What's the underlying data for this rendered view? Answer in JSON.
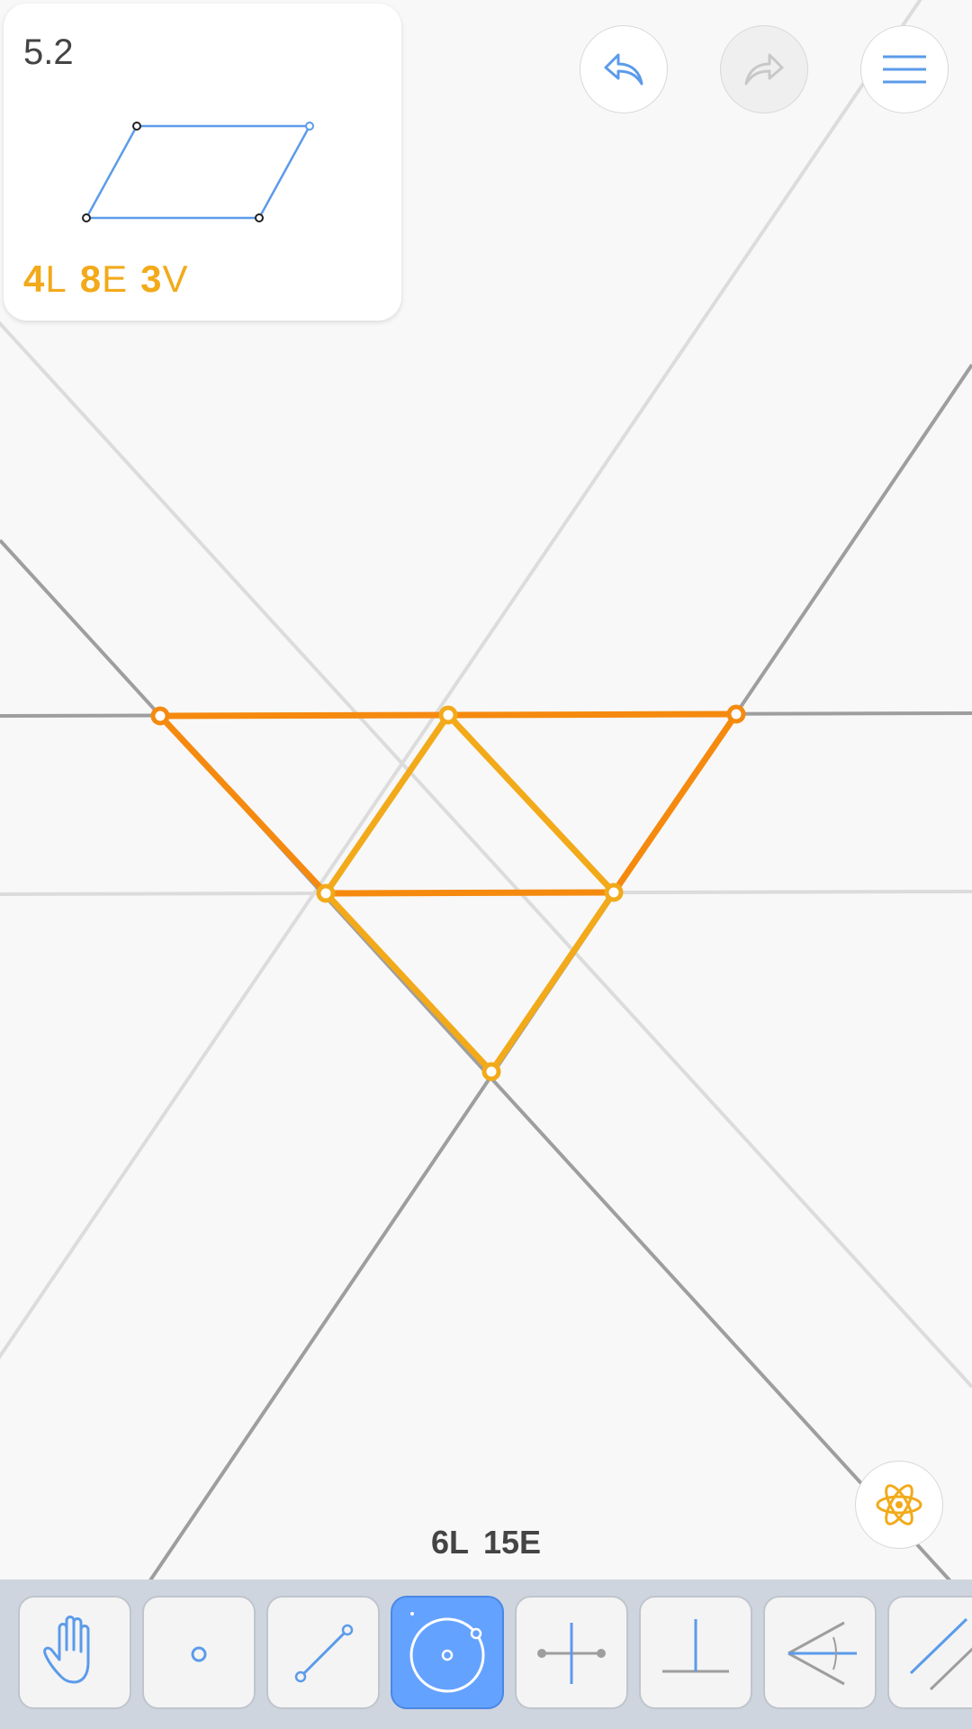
{
  "level": {
    "number": "5.2",
    "goals": [
      {
        "value": "4",
        "unit": "L"
      },
      {
        "value": "8",
        "unit": "E"
      },
      {
        "value": "3",
        "unit": "V"
      }
    ]
  },
  "header_buttons": [
    {
      "icon": "undo-icon",
      "enabled": true
    },
    {
      "icon": "redo-icon",
      "enabled": false
    },
    {
      "icon": "menu-icon",
      "enabled": true
    }
  ],
  "hint_button": {
    "icon": "atom-icon"
  },
  "counter": {
    "lines": "6L",
    "elements": "15E"
  },
  "toolbar": {
    "tools": [
      {
        "name": "move",
        "icon": "hand-icon",
        "active": false
      },
      {
        "name": "point",
        "icon": "point-icon",
        "active": false
      },
      {
        "name": "line",
        "icon": "line-icon",
        "active": false
      },
      {
        "name": "circle",
        "icon": "circle-icon",
        "active": true
      },
      {
        "name": "perpendicular-bisector",
        "icon": "perpendicular-bisector-icon",
        "active": false
      },
      {
        "name": "perpendicular",
        "icon": "perpendicular-icon",
        "active": false
      },
      {
        "name": "angle-bisector",
        "icon": "angle-bisector-icon",
        "active": false
      },
      {
        "name": "parallel",
        "icon": "parallel-icon",
        "active": false
      }
    ]
  },
  "colors": {
    "accent": "#64a2ff",
    "goal": "#f2aa1a",
    "orange_segment": "#f58a0f",
    "yellow_segment": "#f2aa1a",
    "construction_line": "#9e9e9e",
    "faint_line": "#dcdcdc"
  }
}
